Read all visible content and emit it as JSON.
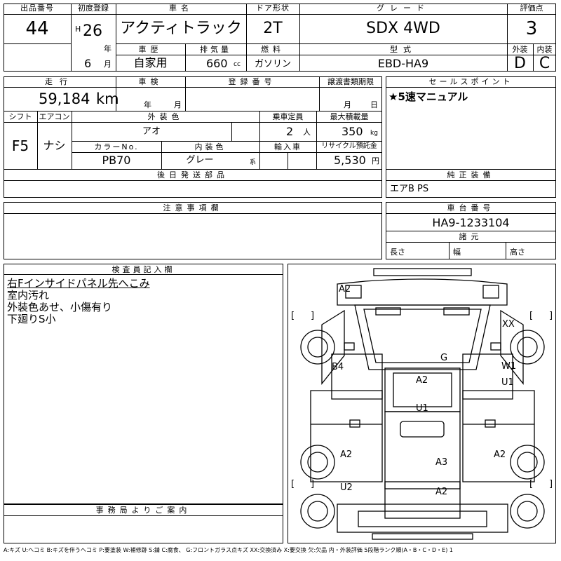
{
  "header_labels": {
    "lot_number": "出品番号",
    "first_registration": "初度登録",
    "car_name": "車名",
    "door_type": "ドア形状",
    "grade": "グレード",
    "score": "評価点",
    "history": "車歴",
    "displacement": "排気量",
    "fuel": "燃料",
    "model_code": "型式",
    "exterior": "外装",
    "interior": "内装",
    "mileage": "走行",
    "inspection": "車検",
    "registration_no": "登録番号",
    "transfer_deadline": "譲渡書類期限",
    "sales_points": "セールスポイント",
    "shift": "シフト",
    "aircon": "エアコン",
    "ext_color": "外装色",
    "seating": "乗車定員",
    "max_load": "最大積載量",
    "color_no": "カラーNo.",
    "int_color": "内装色",
    "import": "輸入車",
    "recycle": "リサイクル預託金",
    "later_parts": "後日発送部品",
    "genuine_equip": "純正装備",
    "caution": "注意事項欄",
    "chassis_no": "車台番号",
    "dimensions": "諸元",
    "length": "長さ",
    "width": "幅",
    "height": "高さ",
    "inspector_notes": "検査員記入欄",
    "office_info": "事務局よりご案内"
  },
  "vehicle": {
    "lot_number": "44",
    "era": "H",
    "year": "26",
    "year_unit": "年",
    "month": "6",
    "month_unit": "月",
    "car_name": "アクティトラック",
    "door_type": "2T",
    "grade": "SDX 4WD",
    "score": "3",
    "history": "自家用",
    "displacement": "660",
    "displacement_unit": "cc",
    "fuel": "ガソリン",
    "model_code": "EBD-HA9",
    "exterior_grade": "D",
    "interior_grade": "C",
    "mileage": "59,184",
    "mileage_unit": "km",
    "inspection_year_unit": "年",
    "inspection_month_unit": "月",
    "transfer_month_unit": "月",
    "transfer_day_unit": "日",
    "shift": "F5",
    "aircon": "ナシ",
    "ext_color": "アオ",
    "seating": "2",
    "seating_unit": "人",
    "max_load": "350",
    "max_load_unit": "kg",
    "color_no": "PB70",
    "int_color": "グレー",
    "int_color_suffix": "系",
    "recycle_fee": "5,530",
    "recycle_unit": "円",
    "chassis_no": "HA9-1233104"
  },
  "sales_point": "★5速マニュアル",
  "genuine_equipment": "エアB PS",
  "inspector_notes": [
    "右Fインサイドパネル先へこみ",
    "室内汚れ",
    "外装色あせ、小傷有り",
    "下廻りS小"
  ],
  "damage_codes": {
    "a2_front_left": "A2",
    "xx_front_right": "XX",
    "g_windshield": "G",
    "b4_left": "B4",
    "w1_right": "W1",
    "u1_right": "U1",
    "a2_center": "A2",
    "u1_center": "U1",
    "a2_rear_left": "A2",
    "a2_rear_right": "A2",
    "a3_bed": "A3",
    "u2_rear_left": "U2",
    "a2_rear": "A2"
  },
  "diagram_brackets": {
    "open": "[",
    "close": "]"
  },
  "legend": "A:キズ U:ヘコミ B:キズを伴うヘコミ P:要塗装 W:補修跡 S:錆 C:腐食、 G:フロントガラス点キズ XX:交換済み X:要交換 欠:欠品 内・外装評価 5段階ランク順(A・B・C・D・E) 1"
}
